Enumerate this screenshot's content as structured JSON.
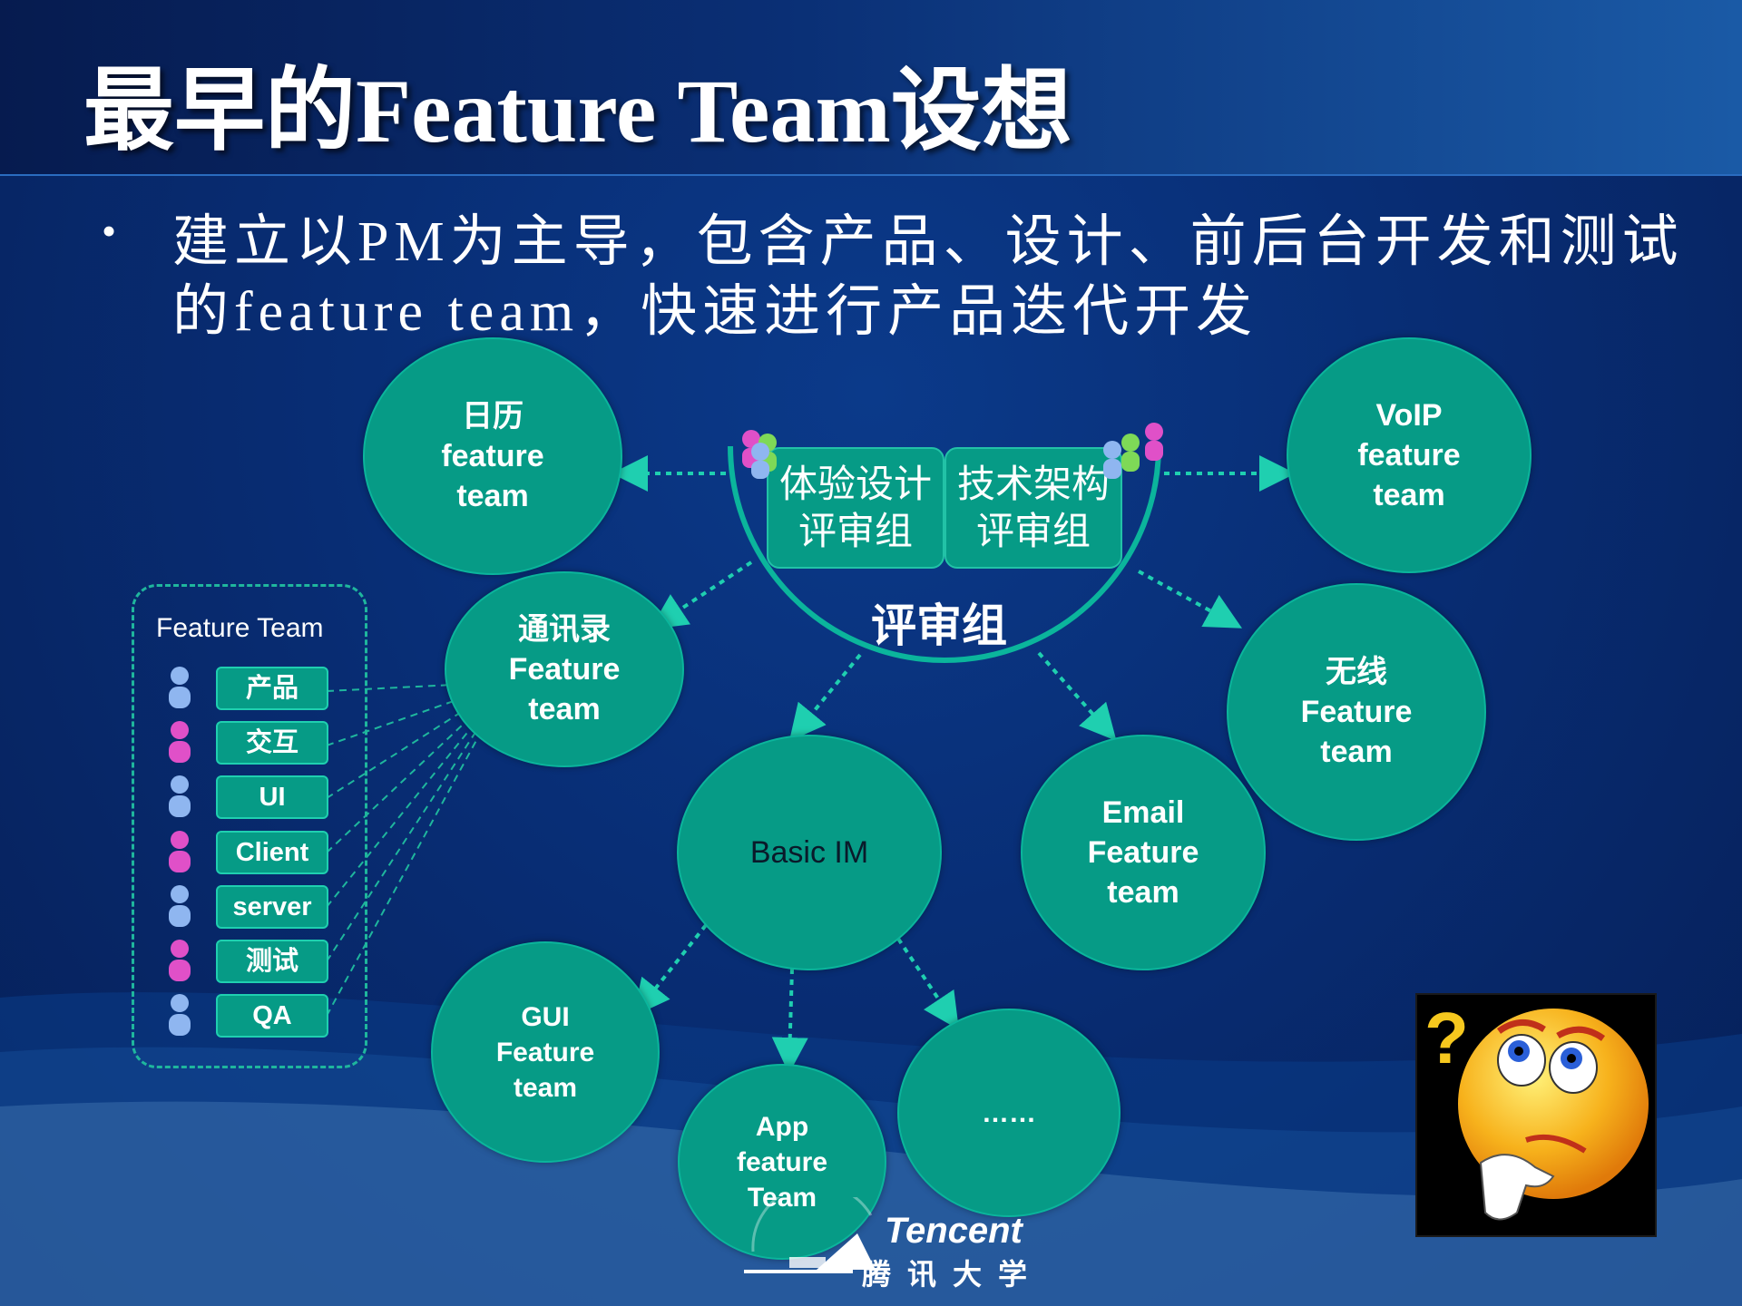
{
  "slide": {
    "title": "最早的Feature Team设想",
    "bullet_line_1": "建立以PM为主导，包含产品、设计、前后台开发和测试",
    "bullet_line_2": "的feature team，快速进行产品迭代开发"
  },
  "review": {
    "design_box": "体验设计\n评审组",
    "arch_box": "技术架构\n评审组",
    "label": "评审组"
  },
  "feature_team_panel": {
    "title": "Feature Team",
    "roles": [
      "产品",
      "交互",
      "UI",
      "Client",
      "server",
      "测试",
      "QA"
    ]
  },
  "teams": {
    "calendar": "日历\nfeature\nteam",
    "voip": "VoIP\nfeature\nteam",
    "contacts": "通讯录\nFeature\nteam",
    "wireless": "无线\nFeature\nteam",
    "basic_im": "Basic IM",
    "email": "Email\nFeature\nteam",
    "gui": "GUI\nFeature\nteam",
    "app": "App\nfeature\nTeam",
    "more": "……"
  },
  "logo": {
    "brand": "Tencent",
    "sub": "腾讯大学"
  },
  "colors": {
    "circle": "#069b86",
    "arrow": "#1fcfb0",
    "background": "#082d74"
  }
}
